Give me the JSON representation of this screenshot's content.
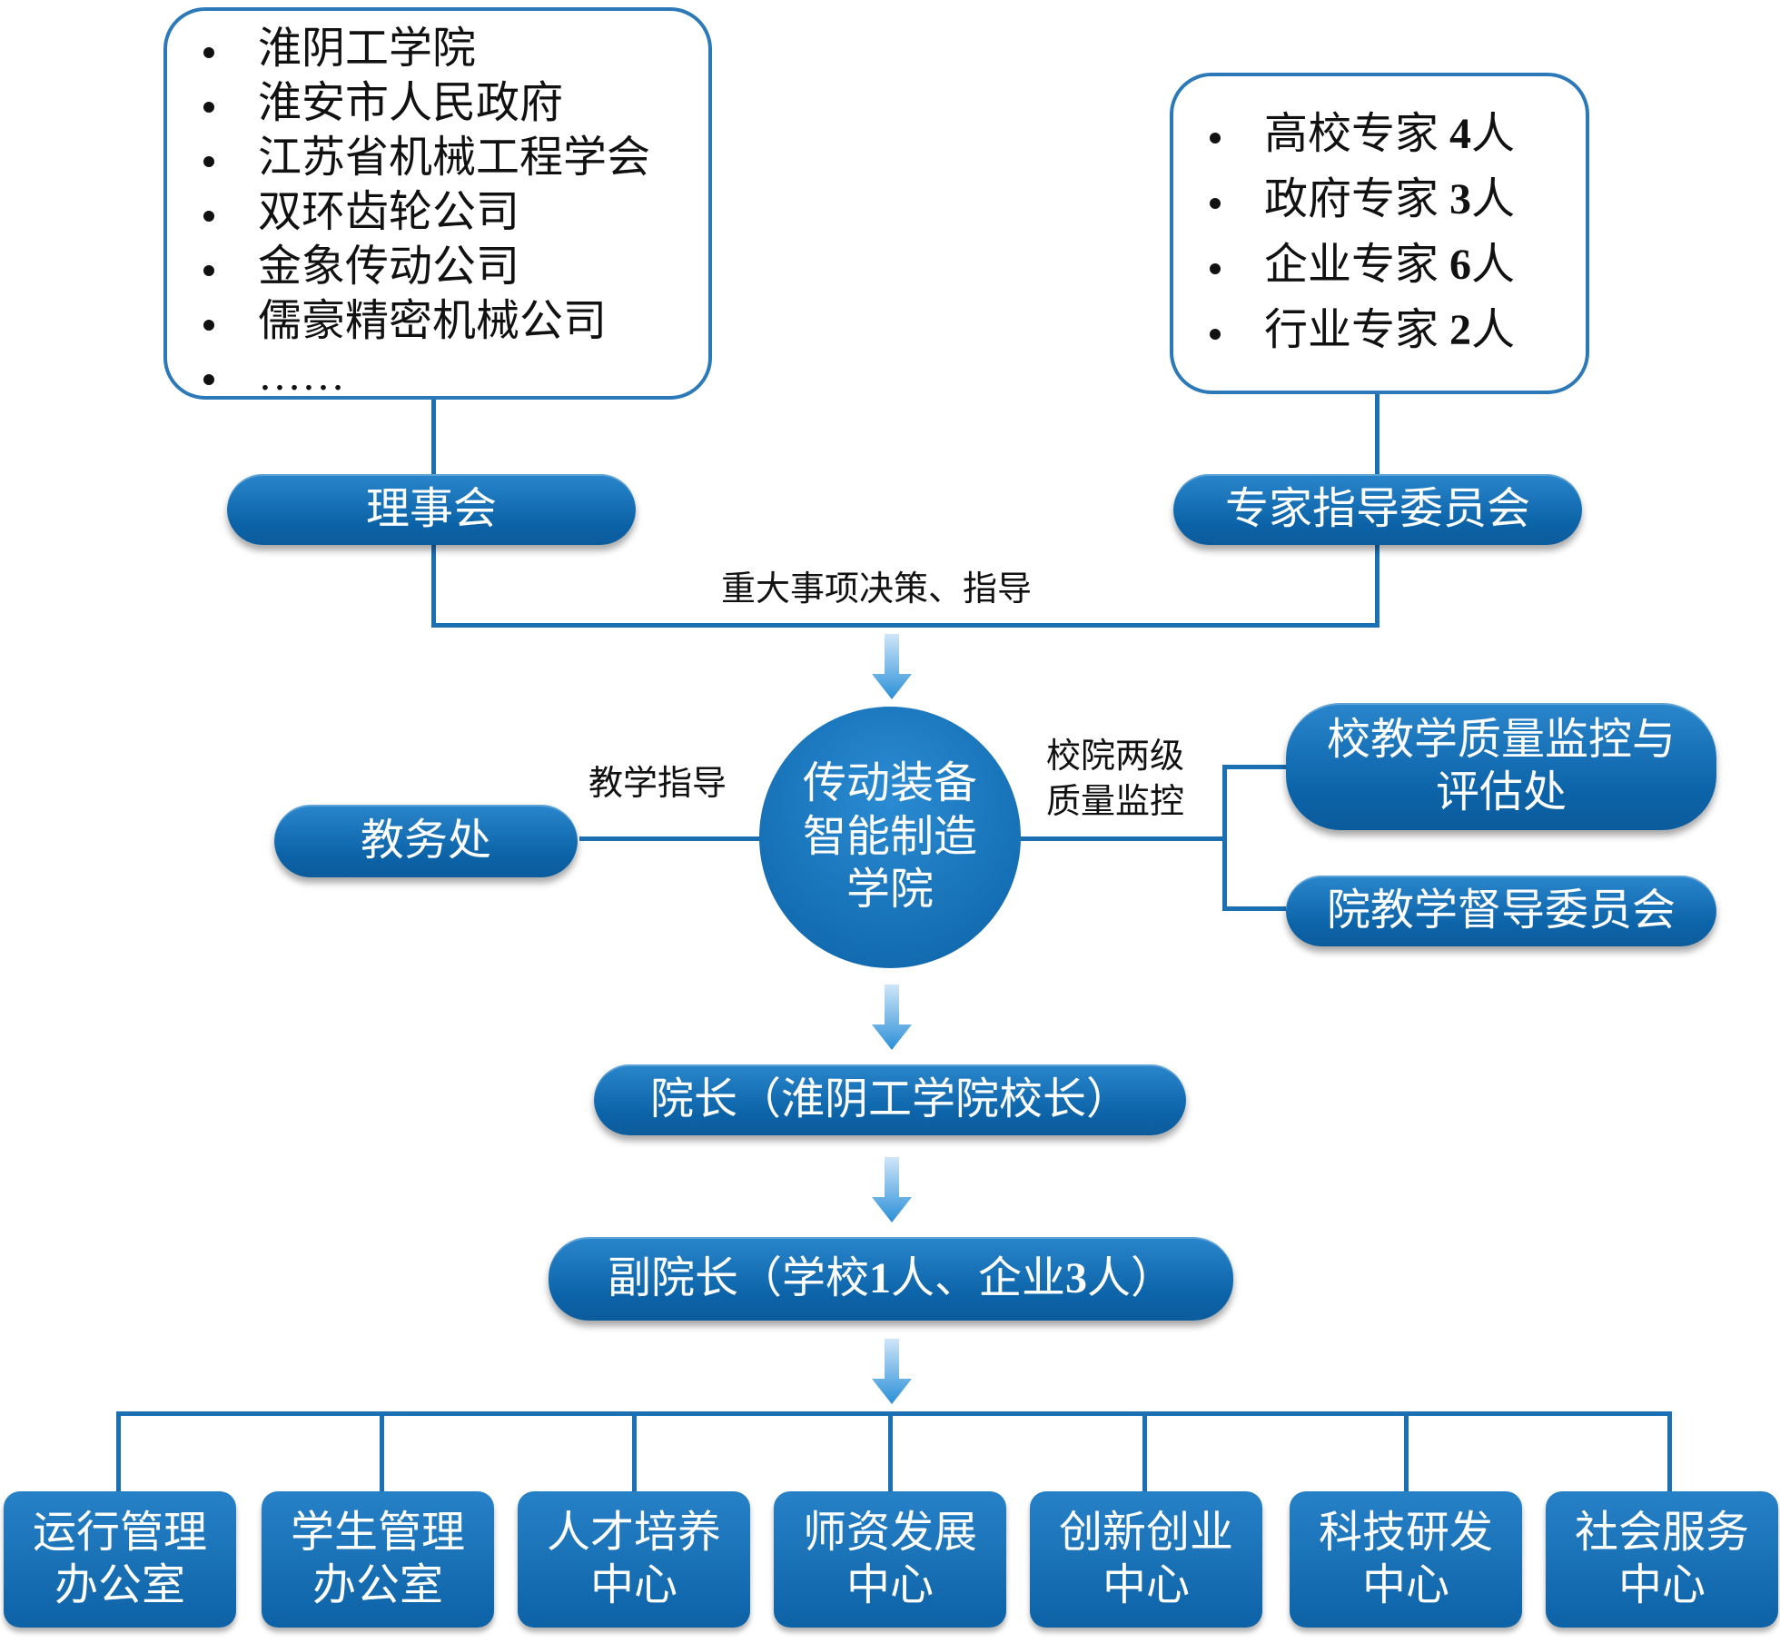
{
  "members": {
    "items": [
      "淮阴工学院",
      "淮安市人民政府",
      "江苏省机械工程学会",
      "双环齿轮公司",
      "金象传动公司",
      "儒豪精密机械公司",
      "……"
    ]
  },
  "experts": {
    "items": [
      {
        "label": "高校专家",
        "count": "4",
        "unit": "人"
      },
      {
        "label": "政府专家",
        "count": "3",
        "unit": "人"
      },
      {
        "label": "企业专家",
        "count": "6",
        "unit": "人"
      },
      {
        "label": "行业专家",
        "count": "2",
        "unit": "人"
      }
    ]
  },
  "council": "理事会",
  "expert_committee": "专家指导委员会",
  "decision_label": "重大事项决策、指导",
  "academic_affairs": "教务处",
  "teaching_guidance_label": "教学指导",
  "college": {
    "line1": "传动装备",
    "line2": "智能制造",
    "line3": "学院"
  },
  "quality_label": {
    "line1": "校院两级",
    "line2": "质量监控"
  },
  "quality_office": {
    "line1": "校教学质量监控与",
    "line2": "评估处"
  },
  "supervision_committee": "院教学督导委员会",
  "dean": "院长（淮阴工学院校长）",
  "vice_dean": {
    "prefix": "副院长（学校",
    "n1": "1",
    "mid": "人、企业",
    "n2": "3",
    "suffix": "人）"
  },
  "departments": [
    {
      "line1": "运行管理",
      "line2": "办公室"
    },
    {
      "line1": "学生管理",
      "line2": "办公室"
    },
    {
      "line1": "人才培养",
      "line2": "中心"
    },
    {
      "line1": "师资发展",
      "line2": "中心"
    },
    {
      "line1": "创新创业",
      "line2": "中心"
    },
    {
      "line1": "科技研发",
      "line2": "中心"
    },
    {
      "line1": "社会服务",
      "line2": "中心"
    }
  ],
  "colors": {
    "primary": "#0c63a8",
    "border": "#2c79b9",
    "line": "#1b6fb3",
    "arrow": "#2a8fd8"
  }
}
